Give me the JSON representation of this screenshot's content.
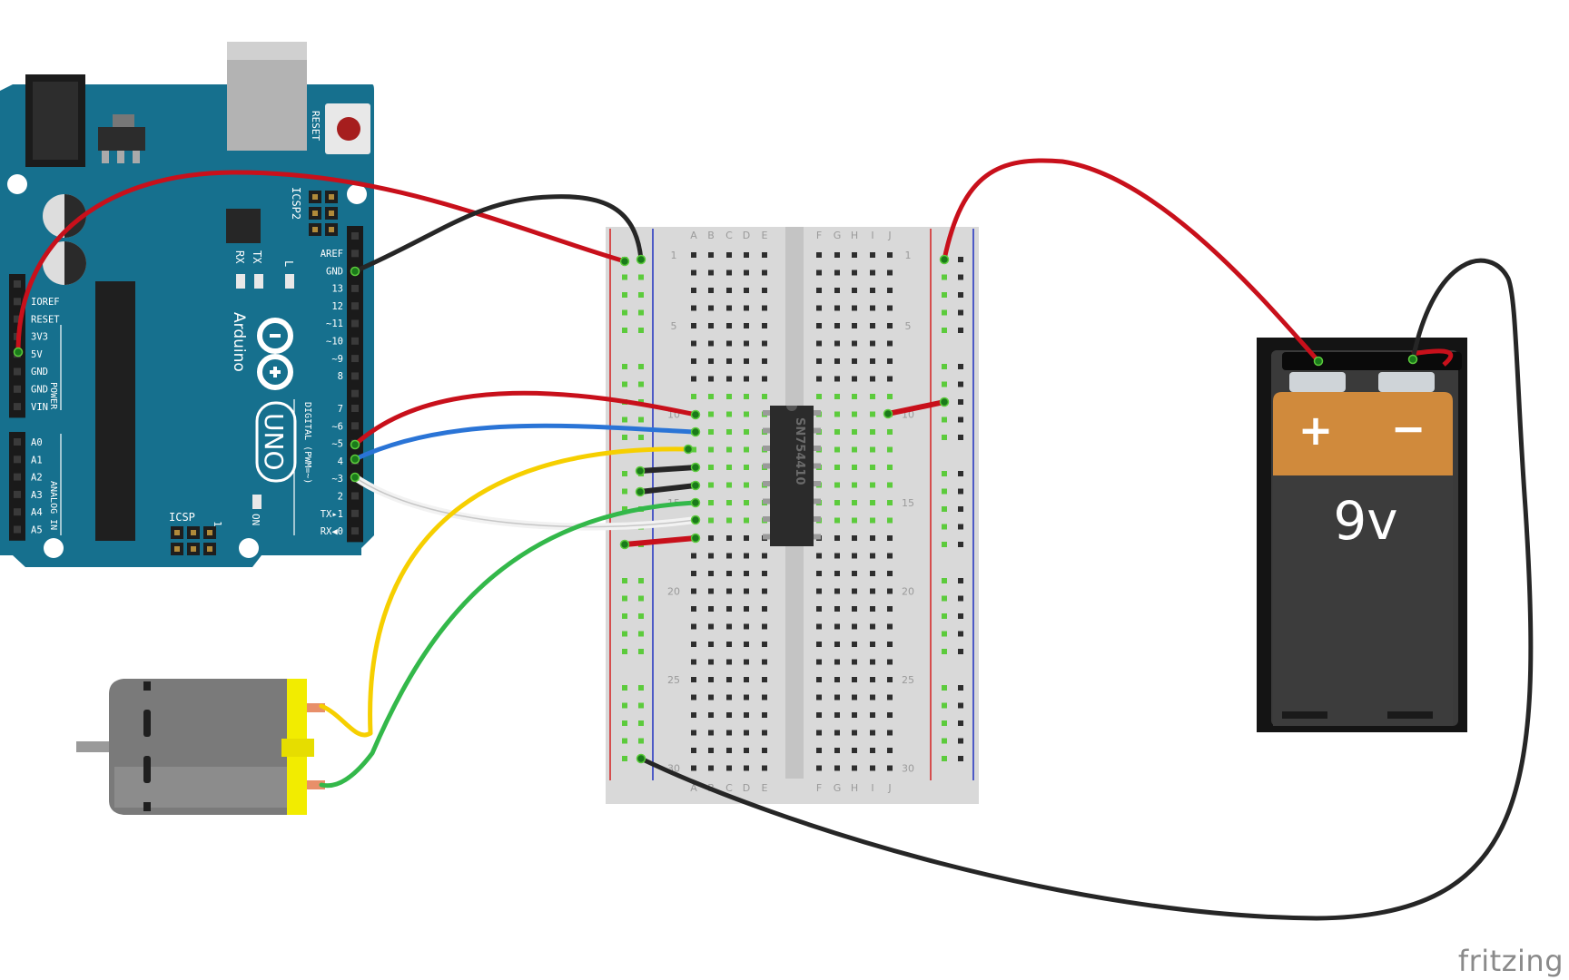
{
  "watermark": "fritzing",
  "colors": {
    "arduino_board": "#16708e",
    "breadboard": "#d9d9d9",
    "wire_red": "#c8101b",
    "wire_black": "#262626",
    "wire_blue": "#2a74d6",
    "wire_yellow": "#f6cf00",
    "wire_white": "#f2f2f2",
    "wire_green": "#33b84a",
    "battery_top": "#d08a3c",
    "battery_body": "#3c3c3c",
    "motor_body": "#7a7a7a",
    "motor_cap": "#f2ec00"
  },
  "arduino": {
    "brand": "Arduino",
    "model": "UNO",
    "reset_label": "RESET",
    "icsp2_label": "ICSP2",
    "icsp_label": "ICSP",
    "icsp_pin1": "1",
    "tx_label": "TX",
    "rx_label": "RX",
    "l_label": "L",
    "on_label": "ON",
    "digital_label": "DIGITAL (PWM=~)",
    "power_label": "POWER",
    "analog_label": "ANALOG IN",
    "power_pins": [
      "IOREF",
      "RESET",
      "3V3",
      "5V",
      "GND",
      "GND",
      "VIN"
    ],
    "analog_pins": [
      "A0",
      "A1",
      "A2",
      "A3",
      "A4",
      "A5"
    ],
    "digital_top": [
      "AREF",
      "GND",
      "13",
      "12",
      "~11",
      "~10",
      "~9",
      "8"
    ],
    "digital_bottom": [
      "7",
      "~6",
      "~5",
      "4",
      "~3",
      "2",
      "TX▸1",
      "RX◀0"
    ]
  },
  "breadboard": {
    "columns_left": [
      "A",
      "B",
      "C",
      "D",
      "E"
    ],
    "columns_right": [
      "F",
      "G",
      "H",
      "I",
      "J"
    ],
    "row_numbers": [
      "1",
      "5",
      "10",
      "15",
      "20",
      "25",
      "30"
    ]
  },
  "chip": {
    "label": "SN754410"
  },
  "battery": {
    "plus": "+",
    "minus": "−",
    "voltage": "9v"
  }
}
